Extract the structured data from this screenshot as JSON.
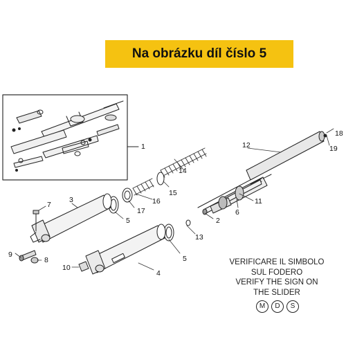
{
  "banner": {
    "text": "Na obrázku díl číslo 5",
    "color": "#f5c211"
  },
  "note": {
    "lines": [
      "VERIFICARE IL SIMBOLO",
      "SUL FODERO",
      "VERIFY THE SIGN ON",
      "THE SLIDER"
    ],
    "symbols": [
      "M",
      "D",
      "S"
    ]
  },
  "parts": {
    "p1": "1",
    "p2": "2",
    "p3": "3",
    "p4": "4",
    "p5a": "5",
    "p5b": "5",
    "p6": "6",
    "p7": "7",
    "p8": "8",
    "p9": "9",
    "p10": "10",
    "p11": "11",
    "p12": "12",
    "p13": "13",
    "p14": "14",
    "p15": "15",
    "p16": "16",
    "p17": "17",
    "p18": "18",
    "p19": "19"
  }
}
